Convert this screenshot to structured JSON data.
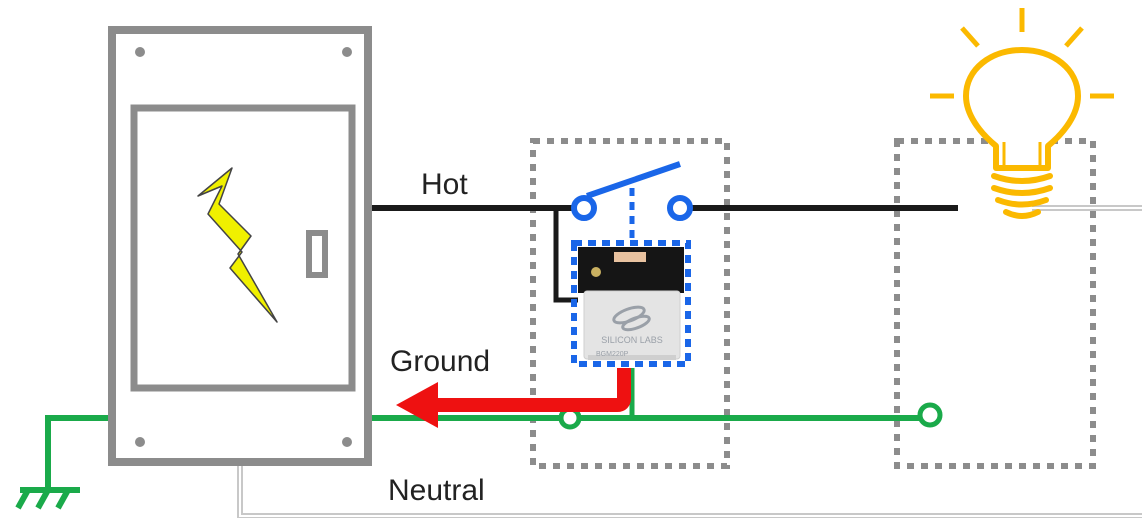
{
  "labels": {
    "hot": "Hot",
    "ground": "Ground",
    "neutral": "Neutral"
  },
  "module": {
    "brand": "SILICON LABS",
    "model": "BGM220P"
  },
  "colors": {
    "hot_wire": "#1a1a1a",
    "ground_wire": "#1aaa4a",
    "neutral_wire": "#c8c8c8",
    "panel": "#8c8c8c",
    "switch": "#1a66e8",
    "module_outline": "#1a66e8",
    "ground_current_arrow": "#ee1111",
    "bulb": "#fbb900",
    "lightning": "#f0f000",
    "box_dashes": "#8c8c8c"
  },
  "icons": {
    "lightning": "lightning-icon",
    "bulb": "light-bulb-icon",
    "earth_ground": "earth-ground-icon",
    "logo": "silicon-labs-logo-icon"
  }
}
